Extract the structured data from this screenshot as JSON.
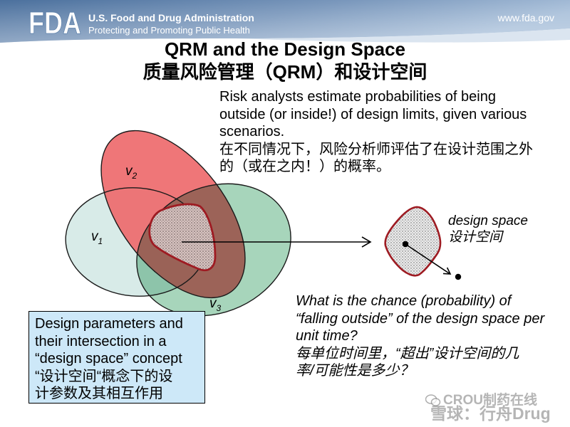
{
  "header": {
    "logo_text": "FDA",
    "agency_name": "U.S. Food and Drug Administration",
    "tagline": "Protecting and Promoting Public Health",
    "website": "www.fda.gov"
  },
  "title": {
    "english": "QRM and the Design Space",
    "chinese": "质量风险管理（QRM）和设计空间"
  },
  "intro_lines": [
    "Risk analysts estimate probabilities of being",
    "outside (or inside!) of design limits, given various",
    "scenarios.",
    "在不同情况下，风险分析师评估了在设计范围之外",
    "的（或在之内！）的概率。"
  ],
  "diagram": {
    "sets": [
      {
        "label": "v",
        "subscript": "1",
        "color": "#d8ebe8"
      },
      {
        "label": "v",
        "subscript": "2",
        "color": "#ee6a6c"
      },
      {
        "label": "v",
        "subscript": "3",
        "color": "#a7d5bb"
      }
    ],
    "region_outline_color": "#9e1b22",
    "design_space_label": {
      "english": "design space",
      "chinese": "设计空间"
    }
  },
  "question_lines": [
    "What is the chance (probability) of",
    "“falling outside” of the design space per",
    "unit time?",
    "每单位时间里，“超出”设计空间的几",
    "率/可能性是多少？"
  ],
  "callout": {
    "lines": [
      "Design parameters and",
      "their intersection in a",
      "“design space” concept",
      "“设计空间“概念下的设",
      "计参数及其相互作用"
    ],
    "background_color": "#cde8f8"
  },
  "watermark": {
    "icon": "wechat-icon",
    "line1": "CROU制药在线",
    "line2": "雪球：行舟Drug"
  }
}
